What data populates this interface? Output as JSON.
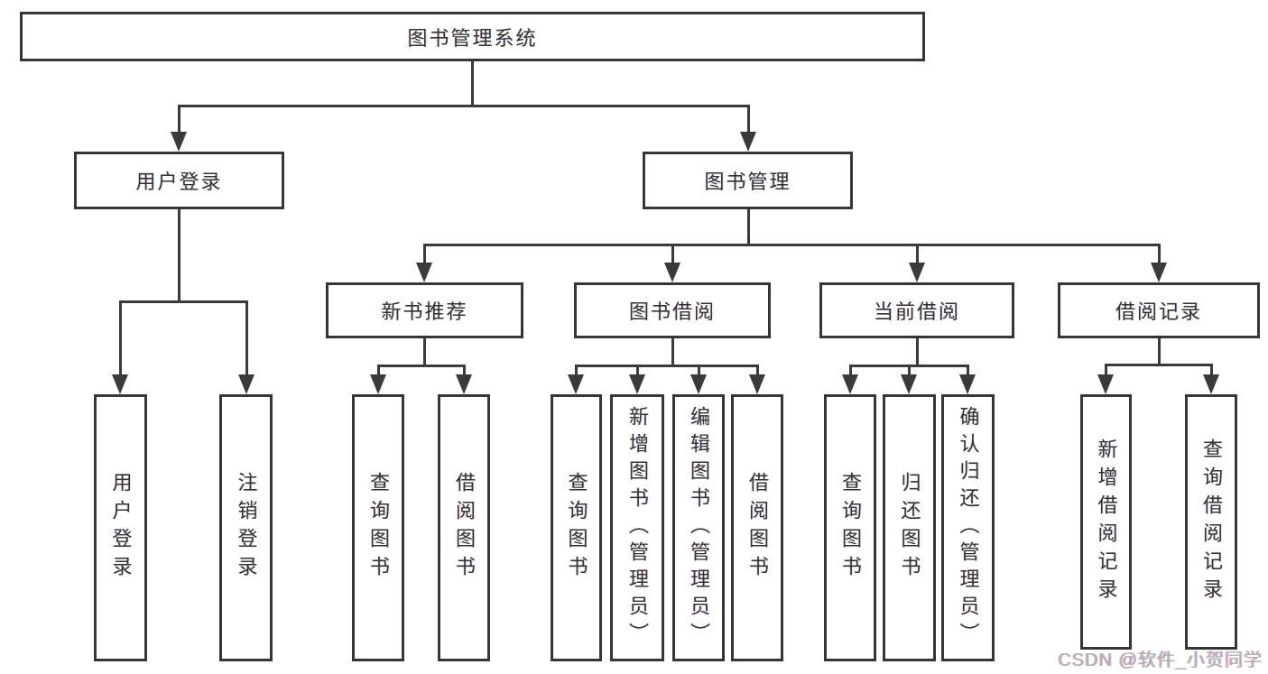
{
  "diagram": {
    "root": {
      "label": "图书管理系统"
    },
    "level2": [
      {
        "label": "用户登录"
      },
      {
        "label": "图书管理"
      }
    ],
    "level3": [
      {
        "label": "新书推荐"
      },
      {
        "label": "图书借阅"
      },
      {
        "label": "当前借阅"
      },
      {
        "label": "借阅记录"
      }
    ],
    "leaves": {
      "user_login": [
        "用户登录",
        "注销登录"
      ],
      "new_book": [
        "查询图书",
        "借阅图书"
      ],
      "book_borrow": [
        "查询图书",
        "新增图书（管理员）",
        "编辑图书（管理员）",
        "借阅图书"
      ],
      "current_borrow": [
        "查询图书",
        "归还图书",
        "确认归还（管理员）"
      ],
      "borrow_record": [
        "新增借阅记录",
        "查询借阅记录"
      ]
    },
    "colors": {
      "line": "#3a3a3a",
      "border": "#363636",
      "text": "#333333",
      "background": "#ffffff",
      "watermark": "#b2b0b0"
    },
    "watermark": {
      "text": "CSDN @软件_小贺同学"
    }
  }
}
